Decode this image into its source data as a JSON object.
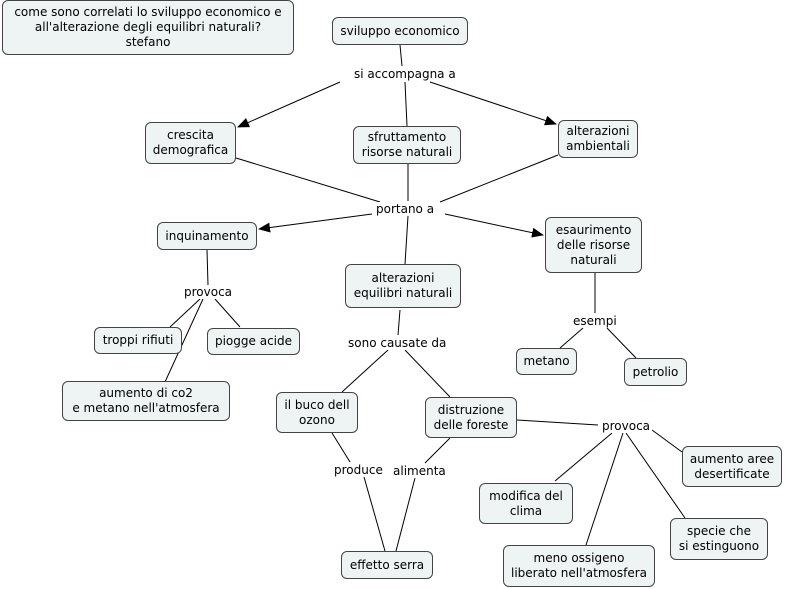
{
  "title_box": "come sono correlati lo sviluppo economico e\nall'alterazione degli equilibri naturali?\nstefano",
  "nodes": {
    "sviluppo": "sviluppo economico",
    "crescita": "crescita\ndemografica",
    "sfruttamento": "sfruttamento\nrisorse naturali",
    "alterazioni_amb": "alterazioni\nambientali",
    "inquinamento": "inquinamento",
    "alterazioni_eq": "alterazioni\nequilibri naturali",
    "esaurimento": "esaurimento\ndelle risorse\nnaturali",
    "troppi_rifiuti": "troppi rifiuti",
    "piogge_acide": "piogge acide",
    "aumento_co2": "aumento di co2\ne metano nell'atmosfera",
    "metano": "metano",
    "petrolio": "petrolio",
    "buco_ozono": "il buco dell\nozono",
    "distruzione": "distruzione\ndelle foreste",
    "aumento_aree": "aumento aree\ndesertificate",
    "modifica_clima": "modifica del\nclima",
    "specie": "specie che\nsi estinguono",
    "meno_ossigeno": "meno ossigeno\nliberato nell'atmosfera",
    "effetto_serra": "effetto serra"
  },
  "labels": {
    "si_accompagna": "si accompagna a",
    "portano": "portano a",
    "provoca1": "provoca",
    "sono_causate": "sono causate da",
    "esempi": "esempi",
    "produce": "produce",
    "alimenta": "alimenta",
    "provoca2": "provoca"
  }
}
